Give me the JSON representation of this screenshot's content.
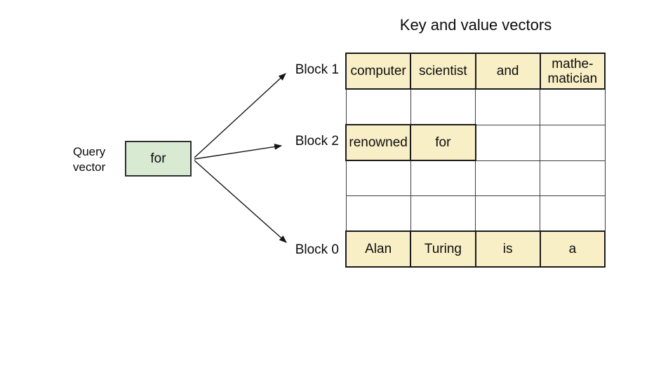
{
  "title": "Key and value vectors",
  "query": {
    "label_line1": "Query",
    "label_line2": "vector",
    "box_text": "for",
    "box_color": "#d9ead3"
  },
  "blocks": [
    {
      "label": "Block 1",
      "points_to_row": 0
    },
    {
      "label": "Block 2",
      "points_to_row": 2
    },
    {
      "label": "Block 0",
      "points_to_row": 5
    }
  ],
  "table": {
    "highlight_color": "#f9efc6",
    "columns": 4,
    "rows": [
      {
        "cells": [
          "computer",
          "scientist",
          "and",
          "mathe-\nmatician"
        ],
        "highlighted": [
          true,
          true,
          true,
          true
        ]
      },
      {
        "cells": [
          "",
          "",
          "",
          ""
        ],
        "highlighted": [
          false,
          false,
          false,
          false
        ]
      },
      {
        "cells": [
          "renowned",
          "for",
          "",
          ""
        ],
        "highlighted": [
          true,
          true,
          false,
          false
        ]
      },
      {
        "cells": [
          "",
          "",
          "",
          ""
        ],
        "highlighted": [
          false,
          false,
          false,
          false
        ]
      },
      {
        "cells": [
          "",
          "",
          "",
          ""
        ],
        "highlighted": [
          false,
          false,
          false,
          false
        ]
      },
      {
        "cells": [
          "Alan",
          "Turing",
          "is",
          "a"
        ],
        "highlighted": [
          true,
          true,
          true,
          true
        ]
      }
    ]
  }
}
